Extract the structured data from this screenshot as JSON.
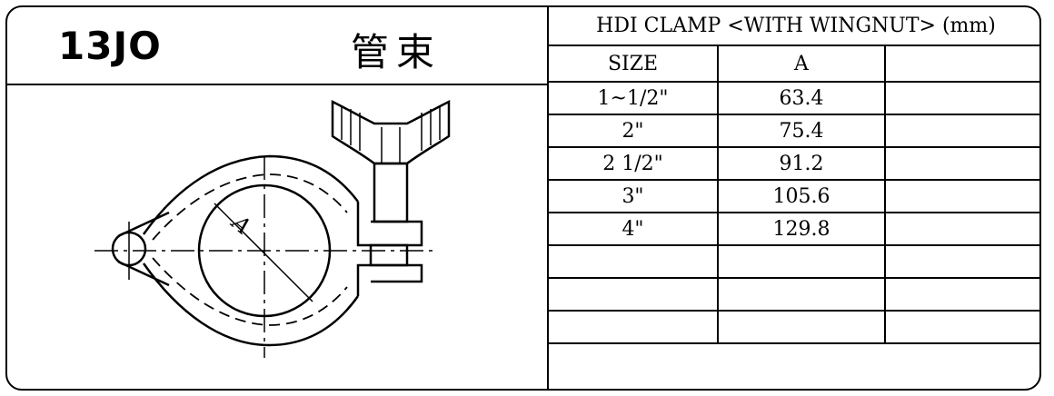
{
  "header": {
    "part_code": "13JO",
    "part_name": "管束"
  },
  "drawing": {
    "dimension_label": "A"
  },
  "table": {
    "title": "HDI CLAMP <WITH WINGNUT> (mm)",
    "columns": [
      "SIZE",
      "A",
      ""
    ],
    "rows": [
      {
        "size": "1~1/2\"",
        "a": "63.4",
        "extra": ""
      },
      {
        "size": "2\"",
        "a": "75.4",
        "extra": ""
      },
      {
        "size": "2 1/2\"",
        "a": "91.2",
        "extra": ""
      },
      {
        "size": "3\"",
        "a": "105.6",
        "extra": ""
      },
      {
        "size": "4\"",
        "a": "129.8",
        "extra": ""
      },
      {
        "size": "",
        "a": "",
        "extra": ""
      },
      {
        "size": "",
        "a": "",
        "extra": ""
      },
      {
        "size": "",
        "a": "",
        "extra": ""
      }
    ]
  }
}
